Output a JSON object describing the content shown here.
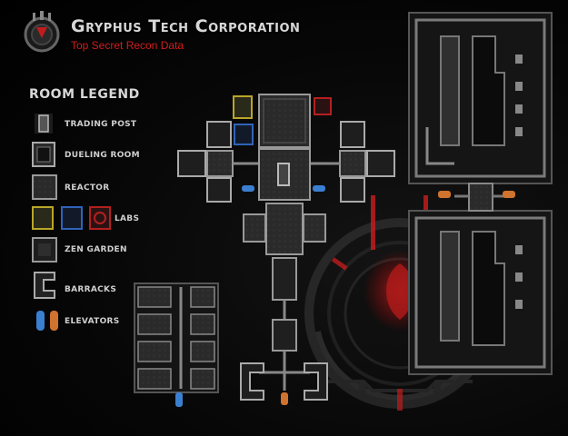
{
  "header": {
    "title": "Gryphus Tech Corporation",
    "subtitle": "Top Secret Recon Data",
    "logo_icon": "gryphus-emblem-icon"
  },
  "legend": {
    "title": "ROOM LEGEND",
    "items": [
      {
        "label": "TRADING  POST",
        "icon": "trading-post-icon"
      },
      {
        "label": "DUELING ROOM",
        "icon": "dueling-room-icon"
      },
      {
        "label": "REACTOR",
        "icon": "reactor-icon"
      },
      {
        "label": "LABS",
        "icon": "labs-icon"
      },
      {
        "label": "ZEN GARDEN",
        "icon": "zen-garden-icon"
      },
      {
        "label": "BARRACKS",
        "icon": "barracks-icon"
      },
      {
        "label": "ELEVATORS",
        "icon": "elevators-icon"
      }
    ]
  },
  "colors": {
    "accent_red": "#d21c1c",
    "lab_yellow": "#b9a52a",
    "lab_blue": "#2f63b8",
    "lab_red": "#b32020",
    "elevator_blue": "#3b7fd0",
    "elevator_orange": "#d0732e",
    "wall": "#8a8a8a",
    "floor": "#2c2c2c"
  }
}
